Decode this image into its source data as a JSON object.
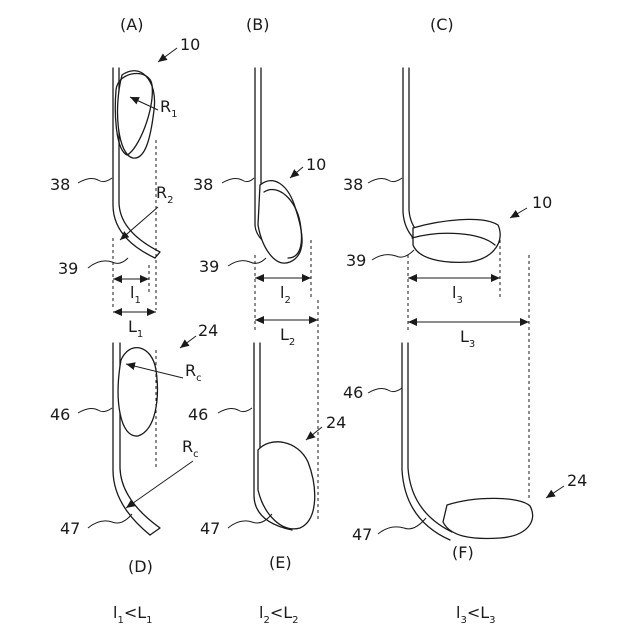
{
  "panels": {
    "A": "(A)",
    "B": "(B)",
    "C": "(C)",
    "D": "(D)",
    "E": "(E)",
    "F": "(F)"
  },
  "refs": {
    "r10": "10",
    "r24": "24",
    "r38": "38",
    "r39": "39",
    "r46": "46",
    "r47": "47"
  },
  "radii": {
    "R": "R",
    "R1_sub": "1",
    "R2_sub": "2",
    "Rc_sub": "c"
  },
  "dims": {
    "l": "l",
    "L": "L",
    "s1": "1",
    "s2": "2",
    "s3": "3"
  },
  "relations": {
    "rel1_a": "l",
    "rel1_a_sub": "1",
    "rel1_op": "<",
    "rel1_b": "L",
    "rel1_b_sub": "1",
    "rel2_a": "l",
    "rel2_a_sub": "2",
    "rel2_op": "<",
    "rel2_b": "L",
    "rel2_b_sub": "2",
    "rel3_a": "l",
    "rel3_a_sub": "3",
    "rel3_op": "<",
    "rel3_b": "L",
    "rel3_b_sub": "3"
  }
}
